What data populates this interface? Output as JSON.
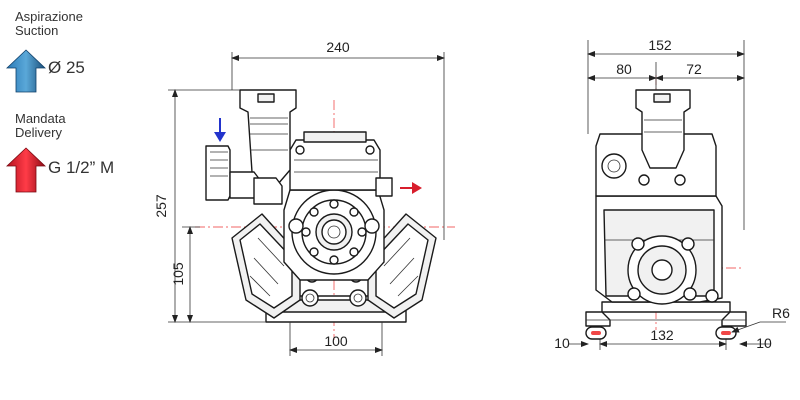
{
  "legend": {
    "suction": {
      "label_it": "Aspirazione",
      "label_en": "Suction",
      "spec": "Ø 25",
      "arrow_color": "#1f5f8b"
    },
    "delivery": {
      "label_it": "Mandata",
      "label_en": "Delivery",
      "spec": "G 1/2” M",
      "arrow_color": "#d81e2c"
    }
  },
  "dimensions": {
    "front_width": "240",
    "front_height": "257",
    "shaft_height": "105",
    "base_width": "100",
    "side_width": "152",
    "side_left": "80",
    "side_right": "72",
    "slot_left": "10",
    "slot_span": "132",
    "slot_right": "10",
    "radius": "R6"
  },
  "colors": {
    "centerline": "#e33333",
    "flow_in": "#2233cc",
    "flow_out": "#d81e2c"
  }
}
